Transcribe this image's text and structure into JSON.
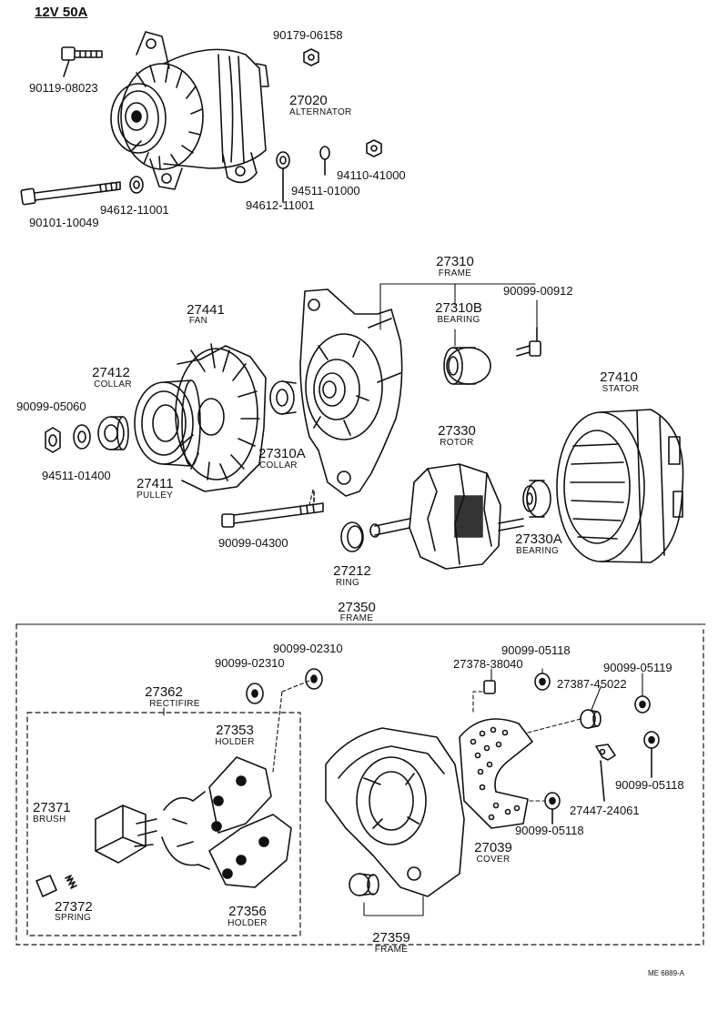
{
  "header": {
    "title": "12V 50A"
  },
  "footer": {
    "code": "ME  6889-A"
  },
  "parts": {
    "p90119_08023": "90119-08023",
    "p90179_06158": "90179-06158",
    "p27020": "27020",
    "p27020_name": "ALTERNATOR",
    "p94110_41000": "94110-41000",
    "p94511_01000": "94511-01000",
    "p94612_11001_a": "94612-11001",
    "p94612_11001_b": "94612-11001",
    "p90101_10049": "90101-10049",
    "p27310": "27310",
    "p27310_name": "FRAME",
    "p27310B": "27310B",
    "p27310B_name": "BEARING",
    "p90099_00912": "90099-00912",
    "p27441": "27441",
    "p27441_name": "FAN",
    "p27412": "27412",
    "p27412_name": "COLLAR",
    "p90099_05060": "90099-05060",
    "p94511_01400": "94511-01400",
    "p27411": "27411",
    "p27411_name": "PULLEY",
    "p27310A": "27310A",
    "p27310A_name": "COLLAR",
    "p27330": "27330",
    "p27330_name": "ROTOR",
    "p27410": "27410",
    "p27410_name": "STATOR",
    "p90099_04300": "90099-04300",
    "p27212": "27212",
    "p27212_name": "RING",
    "p27330A": "27330A",
    "p27330A_name": "BEARING",
    "p27350": "27350",
    "p27350_name": "FRAME",
    "p90099_02310_a": "90099-02310",
    "p90099_02310_b": "90099-02310",
    "p27362": "27362",
    "p27362_name": "RECTIFIRE",
    "p27353": "27353",
    "p27353_name": "HOLDER",
    "p27371": "27371",
    "p27371_name": "BRUSH",
    "p27372": "27372",
    "p27372_name": "SPRING",
    "p27356": "27356",
    "p27356_name": "HOLDER",
    "p27378_38040": "27378-38040",
    "p90099_05118_a": "90099-05118",
    "p90099_05119": "90099-05119",
    "p27387_45022": "27387-45022",
    "p90099_05118_b": "90099-05118",
    "p27447_24061": "27447-24061",
    "p90099_05118_c": "90099-05118",
    "p27039": "27039",
    "p27039_name": "COVER",
    "p27359": "27359",
    "p27359_name": "FRAME"
  }
}
